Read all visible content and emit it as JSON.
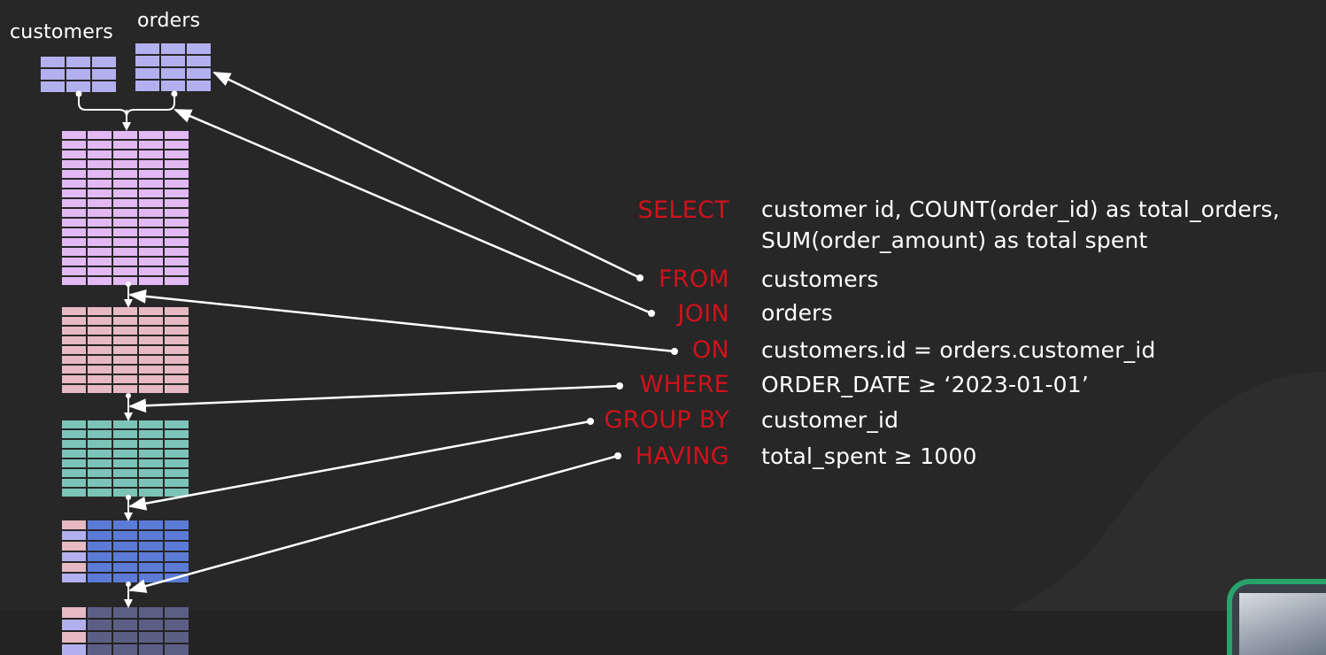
{
  "tables": {
    "customers": {
      "label": "customers",
      "color": "#b3b0ef"
    },
    "orders": {
      "label": "orders",
      "color": "#b3b0ef"
    },
    "joined": {
      "color": "#e2b9f3"
    },
    "on_result": {
      "color": "#e6b9c3"
    },
    "where_result": {
      "color": "#7cc3b8"
    },
    "group_result": {
      "color": "#5b7bd6"
    },
    "having_result": {
      "color": "#5c5f85"
    }
  },
  "query": [
    {
      "keyword": "SELECT",
      "text": "customer id, COUNT(order_id) as total_orders,",
      "text2": "SUM(order_amount) as total spent"
    },
    {
      "keyword": "FROM",
      "text": "customers"
    },
    {
      "keyword": "JOIN",
      "text": "orders"
    },
    {
      "keyword": "ON",
      "text": "customers.id = orders.customer_id"
    },
    {
      "keyword": "WHERE",
      "text": "ORDER_DATE  ≥  ‘2023-01-01’"
    },
    {
      "keyword": "GROUP BY",
      "text": "customer_id"
    },
    {
      "keyword": "HAVING",
      "text": "total_spent  ≥  1000"
    }
  ],
  "colors": {
    "keyword": "#d0121b",
    "text": "#ffffff",
    "arrow": "#ffffff",
    "webcam_border": "#27a36b"
  }
}
